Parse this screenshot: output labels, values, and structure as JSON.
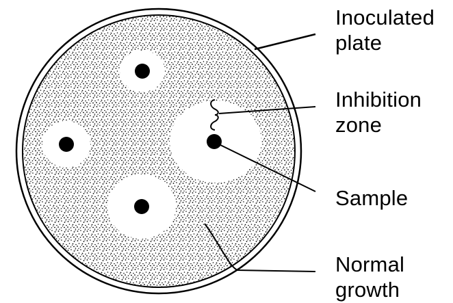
{
  "diagram": {
    "labels": {
      "inoculated_plate": [
        "Inoculated",
        "plate"
      ],
      "inhibition_zone": [
        "Inhibition",
        "zone"
      ],
      "sample": [
        "Sample"
      ],
      "normal_growth": [
        "Normal",
        "growth"
      ]
    },
    "colors": {
      "ink": "#000000",
      "paper": "#ffffff"
    },
    "sample_count": 4
  }
}
